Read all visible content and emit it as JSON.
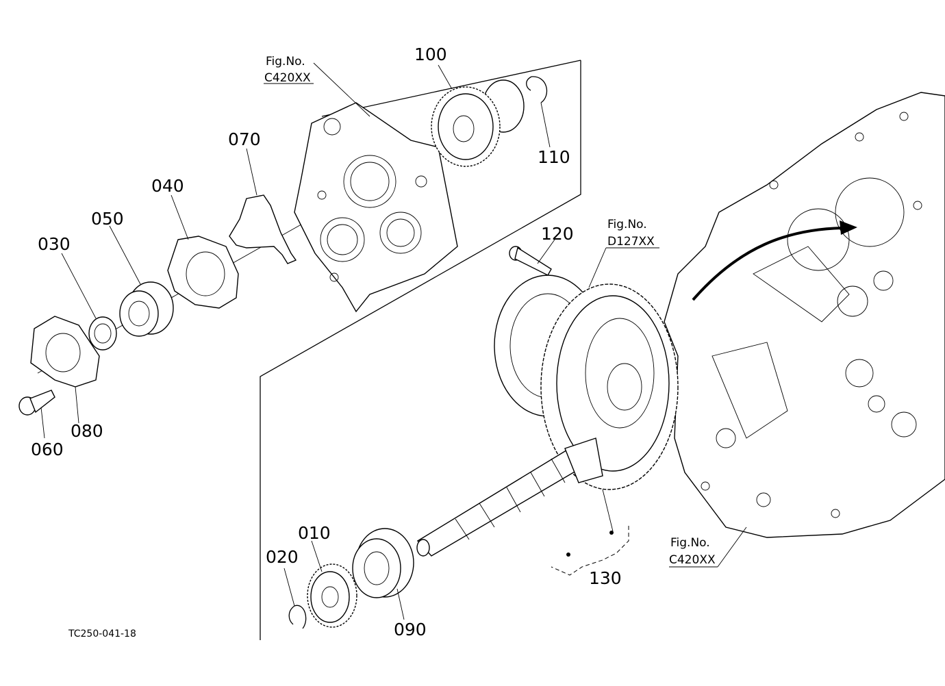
{
  "callouts": {
    "p010": "010",
    "p020": "020",
    "p030": "030",
    "p040": "040",
    "p050": "050",
    "p060": "060",
    "p070": "070",
    "p080": "080",
    "p090": "090",
    "p100": "100",
    "p110": "110",
    "p120": "120",
    "p130": "130"
  },
  "figrefs": {
    "top": {
      "label": "Fig.No.",
      "code": "C420XX"
    },
    "mid": {
      "label": "Fig.No.",
      "code": "D127XX"
    },
    "bottom": {
      "label": "Fig.No.",
      "code": "C420XX"
    }
  },
  "drawing_id": "TC250-041-18"
}
